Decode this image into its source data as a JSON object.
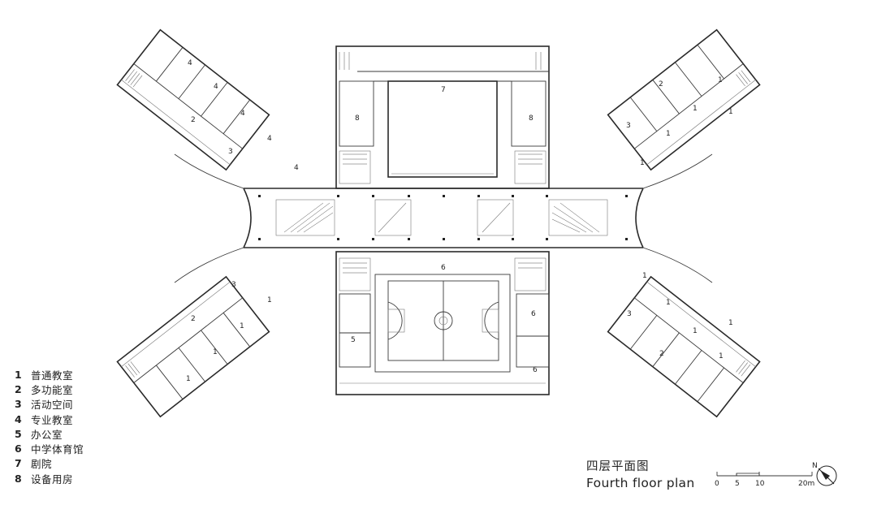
{
  "legend": [
    {
      "num": "1",
      "label": "普通教室"
    },
    {
      "num": "2",
      "label": "多功能室"
    },
    {
      "num": "3",
      "label": "活动空间"
    },
    {
      "num": "4",
      "label": "专业教室"
    },
    {
      "num": "5",
      "label": "办公室"
    },
    {
      "num": "6",
      "label": "中学体育馆"
    },
    {
      "num": "7",
      "label": "剧院"
    },
    {
      "num": "8",
      "label": "设备用房"
    }
  ],
  "caption": {
    "title_cn": "四层平面图",
    "title_en": "Fourth floor plan"
  },
  "scale_bar": {
    "ticks": [
      "0",
      "5",
      "10",
      "20m"
    ],
    "north": "N"
  },
  "room_labels": {
    "nw": [
      "4",
      "4",
      "4",
      "4",
      "4",
      "2",
      "3"
    ],
    "ne": [
      "1",
      "2",
      "1",
      "3",
      "1",
      "1",
      "1"
    ],
    "sw": [
      "3",
      "1",
      "1",
      "2",
      "1",
      "1"
    ],
    "se": [
      "1",
      "1",
      "3",
      "1",
      "2",
      "1",
      "1"
    ],
    "center": [
      "7",
      "8",
      "8",
      "6",
      "6",
      "6",
      "5"
    ]
  }
}
